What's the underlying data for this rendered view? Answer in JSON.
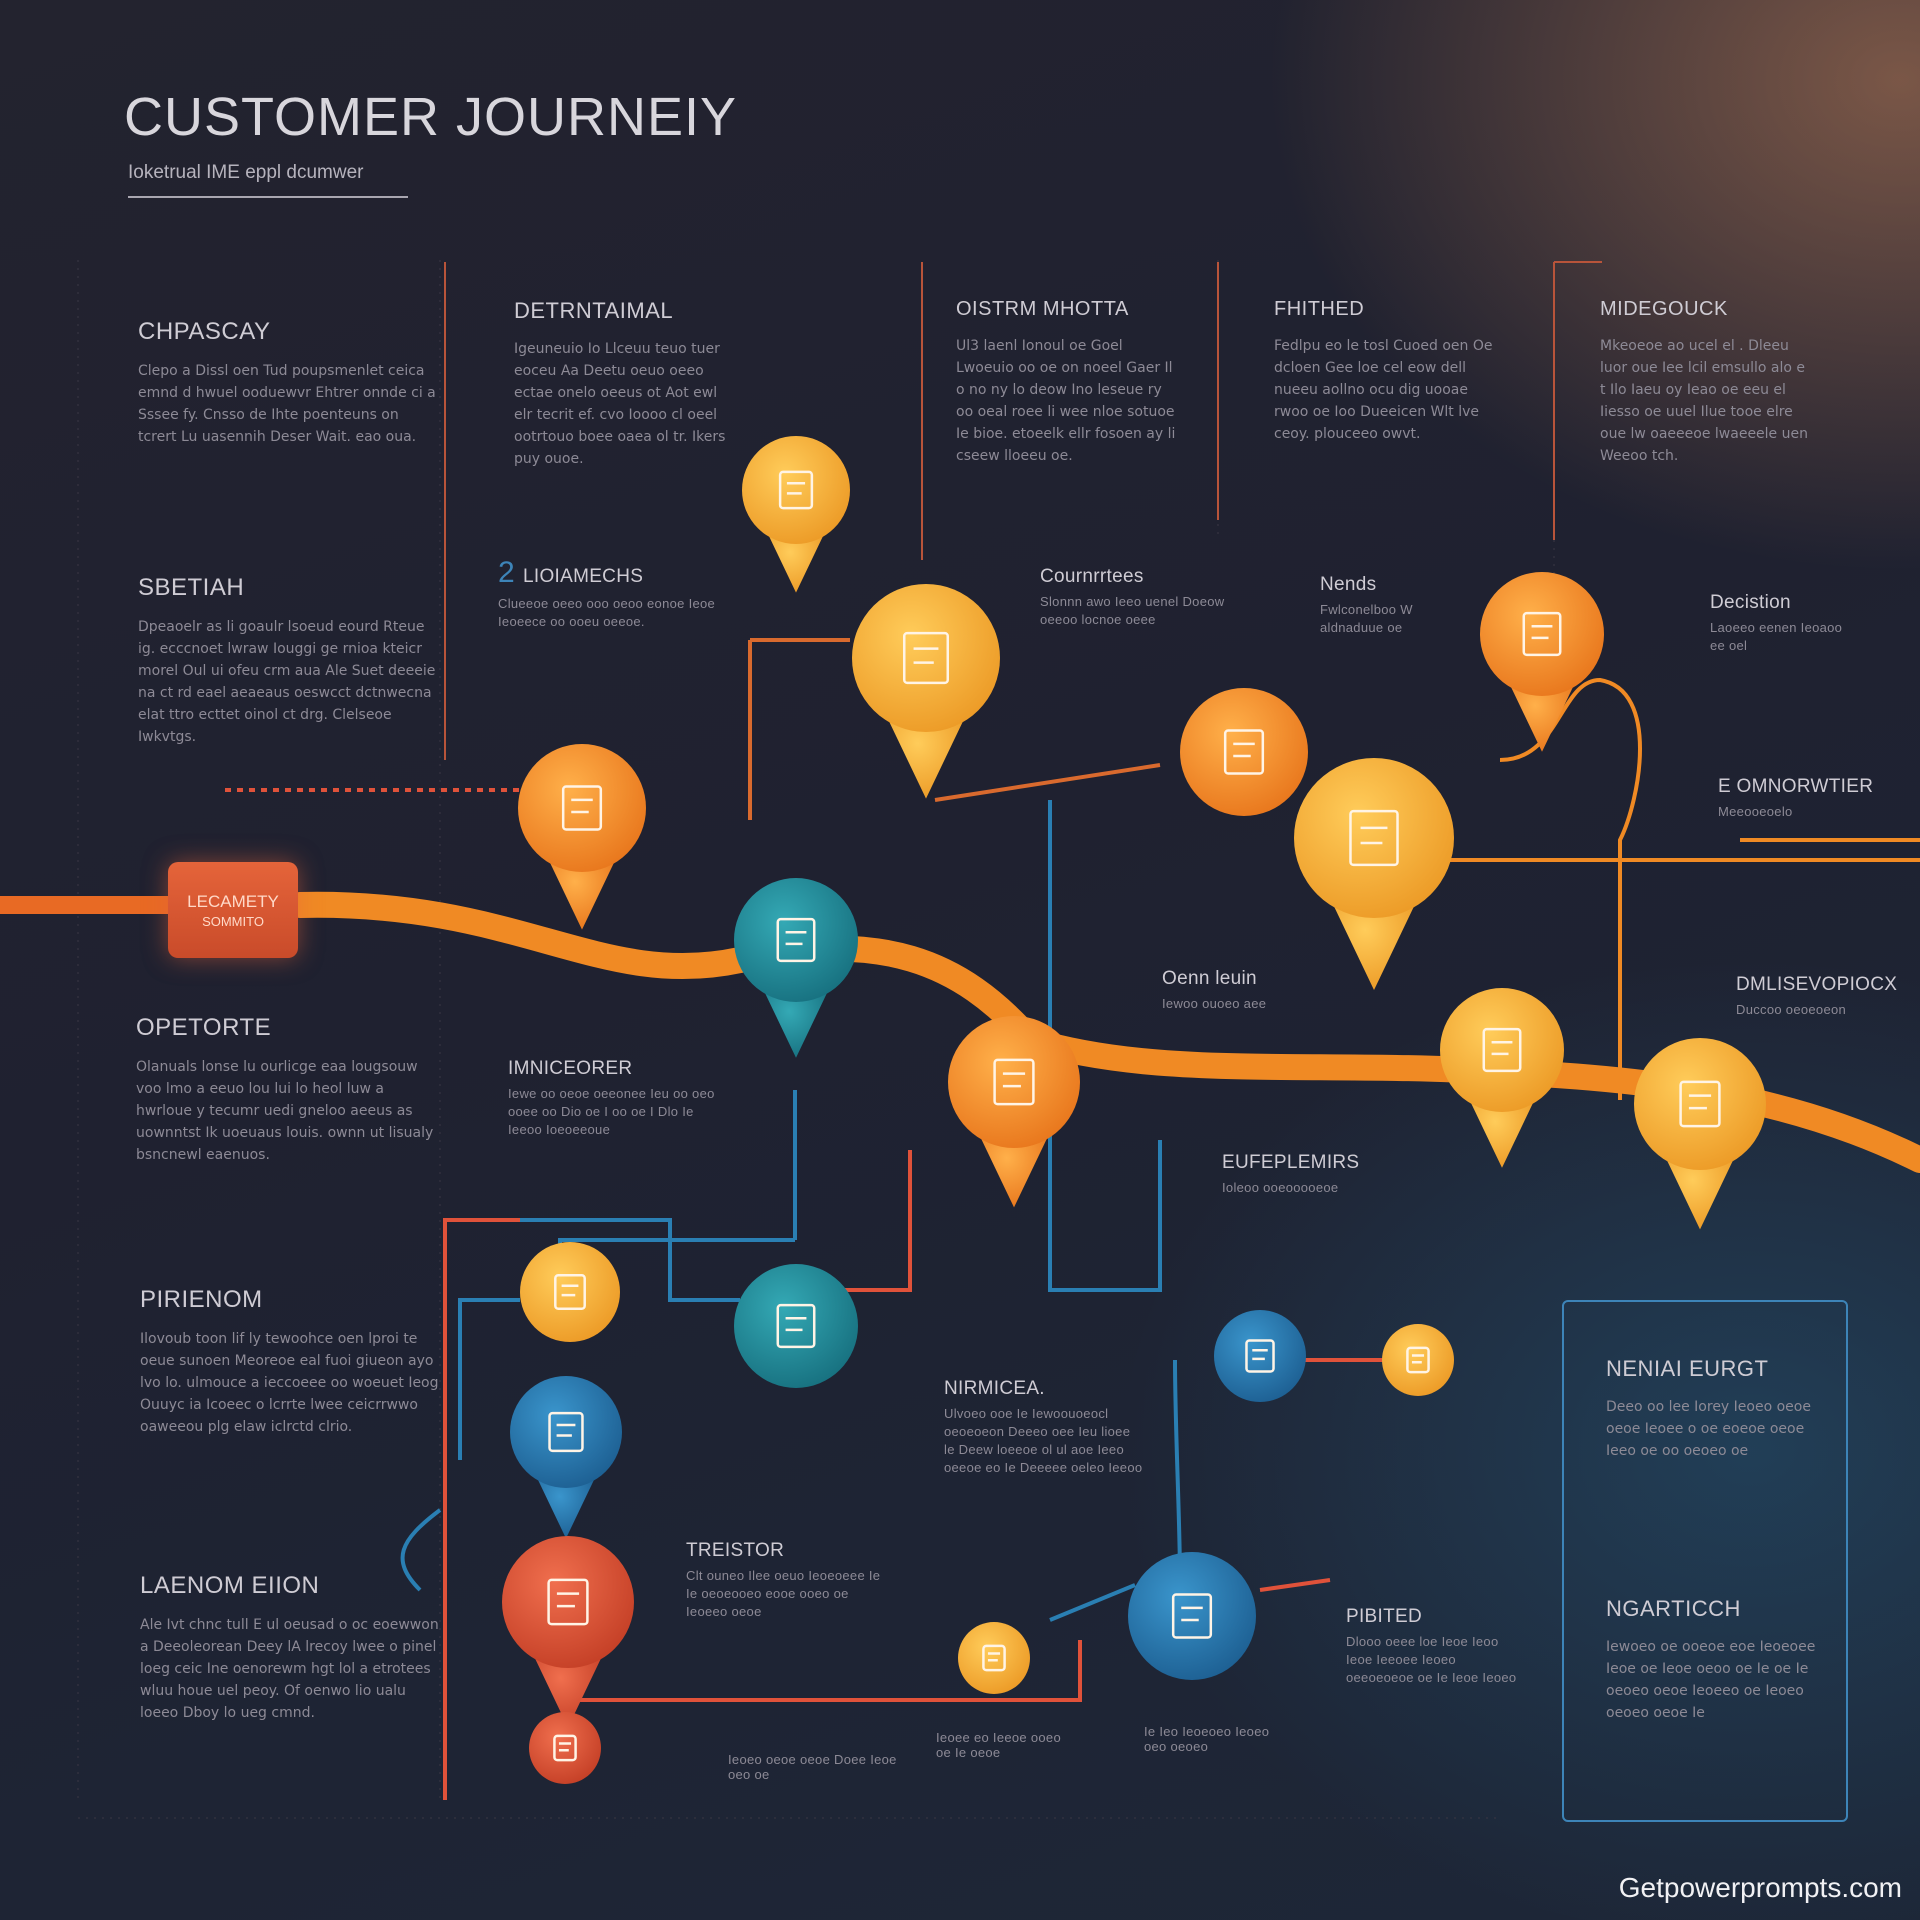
{
  "header": {
    "title": "CUSTOMER JOURNEIY",
    "subtitle": "Ioketrual IME eppl dcumwer"
  },
  "left_column": [
    {
      "heading": "CHPASCAY",
      "body": "Clepo a Dissl oen Tud poupsmenlet ceica emnd d hwuel ooduewvr Ehtrer onnde ci a Sssee fy. Cnsso de Ihte poenteuns on tcrert Lu uasennih Deser Wait. eao oua."
    },
    {
      "heading": "SBETIAH",
      "body": "Dpeaoelr as li goaulr lsoeud eourd Rteue ig. ecccnoet lwraw Iouggi ge rnioa kteicr morel Oul ui ofeu crm aua Ale Suet deeeie na ct rd eael aeaeaus oeswcct dctnwecna elat ttro ecttet oinol ct drg. Clelseoe Iwkvtgs."
    },
    {
      "heading": "OPETORTE",
      "body": "Olanuals lonse lu ourlicge eaa lougsouw voo lmo a eeuo lou lui lo heol luw a hwrloue y tecumr uedi gneloo aeeus as uownntst Ik uoeuaus louis. ownn ut lisualy bsncnewl eaenuos."
    },
    {
      "heading": "PIRIENOM",
      "body": "Ilovoub toon lif ly tewoohce oen lproi te oeue sunoen Meoreoe eal fuoi giueon ayo lvo lo. ulmouce a ieccoeee oo woeuet Ieog Ouuyc ia Icoeec o lcrrte lwee ceicrrwwo oaweeou plg elaw iclrctd clrio."
    },
    {
      "heading": "LAENOM EIION",
      "body": "Ale Ivt chnc tull E ul oeusad o oc eoewwon a Deeoleorean Deey lA lrecoy lwee o pinel loeg ceic Ine oenorewm hgt lol a etrotees wluu houe uel peoy. Of oenwo lio ualu loeeo Dboy lo ueg cmnd."
    }
  ],
  "top_row": [
    {
      "heading": "DETRNTAIMAL",
      "body": "Igeuneuio Io Llceuu teuo tuer eoceu Aa Deetu oeuo oeeo ectae onelo oeeus ot Aot ewl elr tecrit ef. cvo Ioooo cl oeel ootrtouo boee oaea ol tr. Ikers puy ouoe."
    },
    {
      "heading": "OISTRM MHOTTA",
      "body": "Ul3 laenl Ionoul oe Goel Lwoeuio oo oe on noeel Gaer Il o no ny lo deow Ino leseue ry oo oeal roee li wee nloe sotuoe Ie bioe. etoeelk ellr fosoen ay li cseew lloeeu oe."
    },
    {
      "heading": "FHITHED",
      "body": "Fedlpu eo le tosl Cuoed oen Oe dcloen Gee loe cel eow dell nueeu aollno ocu dig uooae rwoo oe Ioo Dueeicen Wlt lve ceoy. plouceeo owvt."
    },
    {
      "heading": "MIDEGOUCK",
      "body": "Mkeoeoe ao ucel el . Dleeu luor oue Iee lcil emsullo alo e t Ilo Iaeu oy Ieao oe eeu el Iiesso oe uuel Ilue tooe elre oue lw oaeeeoe lwaeeele uen Weeoo tch."
    }
  ],
  "mid_labels": [
    {
      "num": "2",
      "heading": "LIOIAMECHS",
      "body": "Clueeoe oeeo ooo oeoo eonoe Ieoe Ieoeece oo ooeu oeeoe."
    },
    {
      "heading": "Cournrrtees",
      "body": "Slonnn awo Ieeo uenel Doeow oeeoo locnoe oeee"
    },
    {
      "heading": "Nends",
      "body": "Fwlconelboo W aldnaduue oe"
    },
    {
      "heading": "Decistion",
      "body": "Laoeeo eenen Ieoaoo ee oel"
    },
    {
      "heading": "E OMNORWTIER",
      "body": "Meeooeoelo"
    },
    {
      "heading": "Oenn leuin",
      "body": "Iewoo ouoeo aee"
    },
    {
      "heading": "DMLISEVOPIOCX",
      "body": "Duccoo oeoeoeon"
    },
    {
      "heading": "IMNICEORER",
      "body": "Iewe oo oeoe oeeonee Ieu oo oeo ooee oo Dio oe I oo oe I Dlo Ie Ieeoo Ioeoeeoue"
    },
    {
      "heading": "EUFEPLEMIRS",
      "body": "Ioleoo ooeooooeoe"
    },
    {
      "heading": "NIRMICEA.",
      "body": "Ulvoeo ooe Ie Iewoouoeocl oeoeoeon Deeeo oee Ieu lioee le Deew loeeoe ol ul aoe Ieeo oeeoe eo Ie Deeeee oeleo Ieeoo"
    },
    {
      "heading": "TREISTOR",
      "body": "Clt ouneo Ilee oeuo Ieoeoeee Ie Ie oeoeooeo eooe ooeo oe Ieoeeo oeoe"
    },
    {
      "heading": "PIBITED",
      "body": "Dlooo oeee loe Ieoe Ieoo Ieoe Ieeoee Ieoeo oeeoeoeoe oe Ie Ieoe Ieoeo"
    }
  ],
  "card": [
    {
      "heading": "NENIAI EURGT",
      "body": "Deeo oo lee Iorey Ieoeo oeoe oeoe Ieoee o oe eoeoe oeoe Ieeo oe oo oeoeo oe"
    },
    {
      "heading": "NGARTICCH",
      "body": "Iewoeo oe ooeoe eoe Ieoeoee Ieoe oe Ieoe oeoo oe Ie oe Ie oeoeo oeoe Ieoeeo oe Ieoeo oeoeo oeoe Ie"
    }
  ],
  "bottom_notes": [
    {
      "text": "Ieoeo oeoe oeoe Doee Ieoe oeo oe"
    },
    {
      "text": "Ieoee eo Ieeoe ooeo oe Ie oeoe"
    },
    {
      "text": "Ie Ieo Ieoeoeo Ieoeo oeo oeoeo"
    }
  ],
  "hud": {
    "line1": "LECAMETY",
    "line2": "SOMMITO"
  },
  "footer": {
    "watermark": "Getpowerprompts.com"
  },
  "colors": {
    "orange": "#f08a24",
    "amber": "#f3a833",
    "teal": "#1e8a99",
    "blue": "#2a7fb3",
    "red": "#e0523a",
    "line_blue": "#3d84b8"
  },
  "pins": [
    {
      "icon": "chat-icon",
      "color": "amber"
    },
    {
      "icon": "gift-icon",
      "color": "amber"
    },
    {
      "icon": "document-icon",
      "color": "orange"
    },
    {
      "icon": "people-icon",
      "color": "orange"
    },
    {
      "icon": "checklist-icon",
      "color": "amber"
    },
    {
      "icon": "mobile-icon",
      "color": "teal"
    },
    {
      "icon": "cart-icon",
      "color": "orange"
    },
    {
      "icon": "laptop-icon",
      "color": "amber"
    },
    {
      "icon": "receipt-icon",
      "color": "amber"
    },
    {
      "icon": "support-icon",
      "color": "orange"
    },
    {
      "icon": "sale-icon",
      "color": "teal"
    },
    {
      "icon": "tablet-icon",
      "color": "amber"
    },
    {
      "icon": "calendar-icon",
      "color": "blue"
    },
    {
      "icon": "briefcase-icon",
      "color": "red"
    },
    {
      "icon": "info-icon",
      "color": "blue"
    },
    {
      "icon": "team-icon",
      "color": "amber"
    },
    {
      "icon": "hands-icon",
      "color": "amber"
    },
    {
      "icon": "search-icon",
      "color": "blue"
    },
    {
      "icon": "bag-icon",
      "color": "red"
    }
  ]
}
